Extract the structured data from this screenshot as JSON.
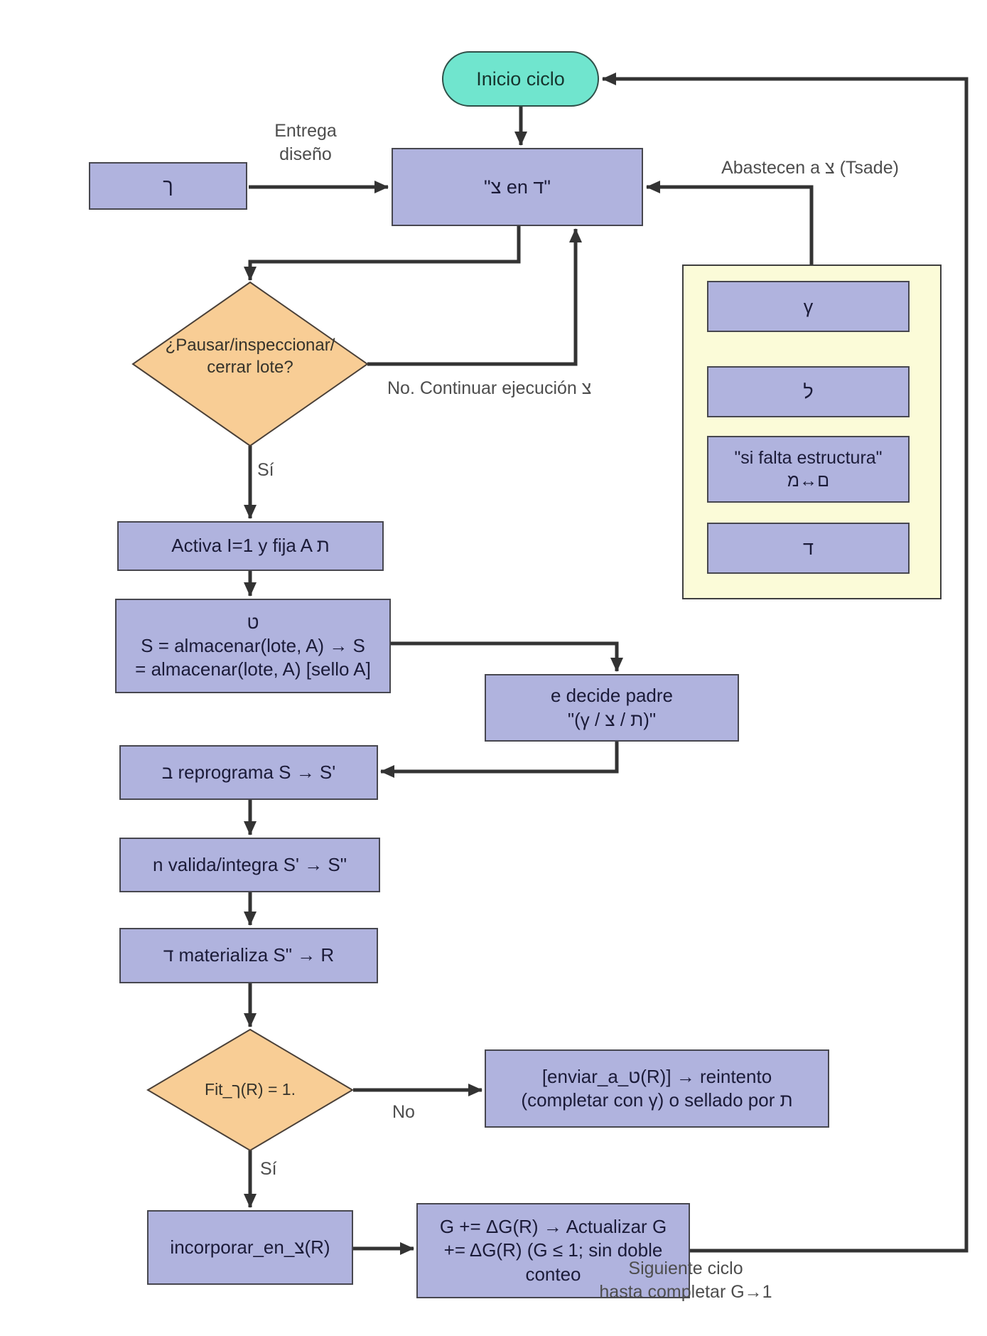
{
  "diagram": {
    "title_node": {
      "label": "Inicio ciclo"
    },
    "hub": {
      "label": "\"צ en ד\""
    },
    "designer_box": {
      "label": "ך"
    },
    "supply_panel": {
      "items": [
        {
          "label": "γ"
        },
        {
          "label": "ל"
        },
        {
          "label": "\"si falta estructura\"",
          "label2": "מ↔ם"
        },
        {
          "label": "ד"
        }
      ]
    },
    "decision_pausar": {
      "lines": [
        "¿Pausar/inspeccionar/",
        "cerrar lote?"
      ]
    },
    "activa": {
      "label": "Activa I=1 y fija A ת"
    },
    "almacenar": {
      "lines": [
        "ט",
        "S = almacenar(lote, A) → S",
        "= almacenar(lote, A) [sello A]"
      ]
    },
    "decide_padre": {
      "lines": [
        "e decide padre",
        "\"(γ / צ / ת)\""
      ]
    },
    "reprograma": {
      "label": "ב reprograma S → S'"
    },
    "valida": {
      "label": "n valida/integra S' → S\""
    },
    "materializa": {
      "label": "ד materializa S\" → R"
    },
    "decision_fit": {
      "label": "Fit_ך(R) = 1."
    },
    "enviar": {
      "lines": [
        "[enviar_a_ט(R)] → reintento",
        "(completar con γ) o sellado por ת"
      ]
    },
    "incorporar": {
      "label": "incorporar_en_צ(R)"
    },
    "actualizar": {
      "lines": [
        "G += ΔG(R) → Actualizar G",
        "+= ΔG(R) (G ≤ 1; sin doble",
        "conteo"
      ]
    },
    "edge_labels": {
      "entrega": [
        "Entrega",
        "diseño"
      ],
      "abastecen": "Abastecen a צ (Tsade)",
      "no_continuar": "No. Continuar ejecución צ",
      "si_1": "Sí",
      "no_2": "No",
      "si_2": "Sí",
      "siguiente": [
        "Siguiente ciclo",
        "hasta completar G→1"
      ]
    },
    "colors": {
      "node_fill": "#B0B3DE",
      "decision_fill": "#F8CD95",
      "panel_fill": "#FBFBD8",
      "start_fill": "#70E5CE",
      "connector": "#333333"
    }
  }
}
